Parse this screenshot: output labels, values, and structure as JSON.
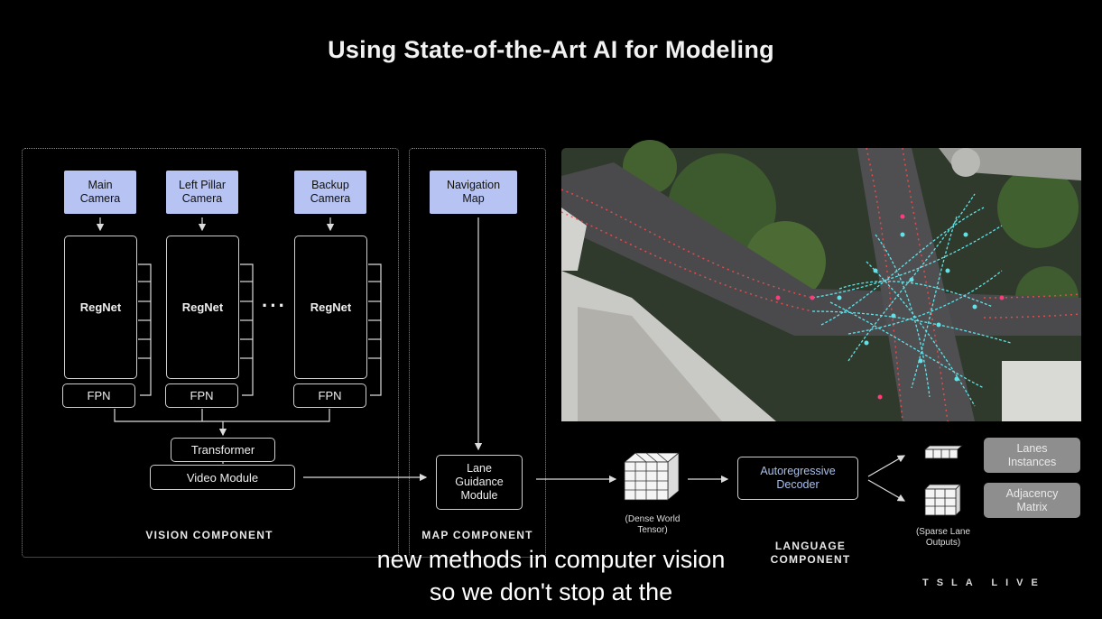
{
  "title": "Using State-of-the-Art AI for Modeling",
  "vision": {
    "cameras": [
      {
        "label": "Main Camera"
      },
      {
        "label": "Left Pillar Camera"
      },
      {
        "label": "Backup Camera"
      }
    ],
    "backbone_label": "RegNet",
    "fpn_label": "FPN",
    "ellipsis": "···",
    "transformer_label": "Transformer",
    "video_module_label": "Video Module",
    "section_label": "VISION COMPONENT"
  },
  "map": {
    "navigation_label": "Navigation Map",
    "lane_guidance_label": "Lane Guidance Module",
    "section_label": "MAP COMPONENT"
  },
  "language": {
    "dense_tensor_caption": "(Dense World Tensor)",
    "decoder_label": "Autoregressive Decoder",
    "sparse_caption": "(Sparse Lane Outputs)",
    "lanes_instances_label": "Lanes Instances",
    "adjacency_label": "Adjacency Matrix",
    "section_label": "LANGUAGE COMPONENT"
  },
  "subtitles": {
    "line1": "new methods in computer vision",
    "line2": "so we don't stop at the"
  },
  "brand": "TSLA LIVE",
  "colors": {
    "camera_fill": "#b7c3f2",
    "lane_lines": "#5fe3e8",
    "pill_fill": "#8e8e8e"
  }
}
